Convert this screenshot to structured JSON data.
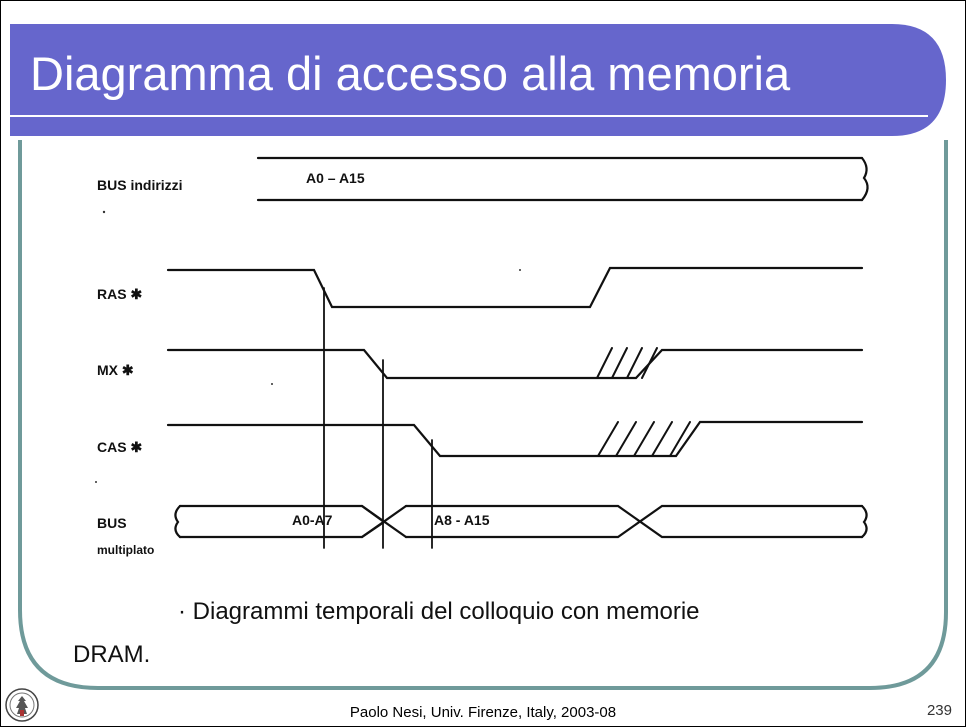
{
  "slide": {
    "title": "Diagramma di accesso alla memoria",
    "footer": "Paolo Nesi, Univ. Firenze, Italy, 2003-08",
    "page_number": "239",
    "colors": {
      "title_bar": "#6666cc",
      "frame_border": "#6f9a9a",
      "title_underline": "#ffffff"
    }
  },
  "diagram": {
    "signals": {
      "bus_indirizzi": "BUS indirizzi",
      "bus_address_range": "A0 – A15",
      "ras": "RAS ✱",
      "mx": "MX ✱",
      "cas": "CAS ✱",
      "bus_multiplato_line1": "BUS",
      "bus_multiplato_line2": "multiplato",
      "row_address": "A0-A7",
      "col_address": "A8 - A15"
    },
    "caption_line1": "· Diagrammi temporali del colloquio con memorie",
    "caption_line2": "DRAM."
  }
}
